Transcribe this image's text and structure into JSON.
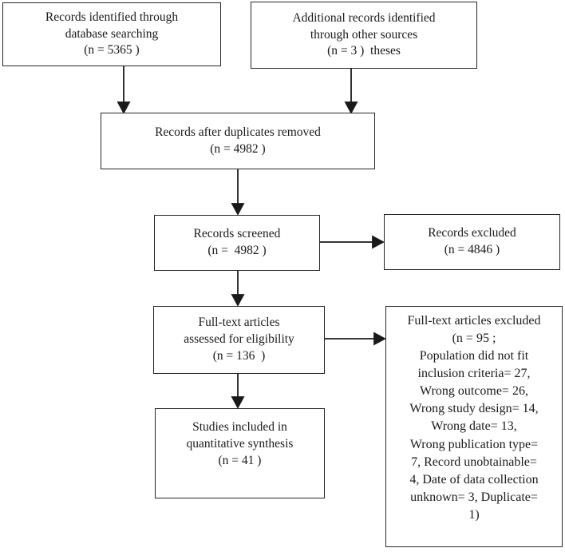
{
  "diagram": {
    "kind": "study-selection-flowchart",
    "boxes": {
      "records_identified": {
        "text": "Records identified through\ndatabase searching\n(n = 5365 )",
        "n": 5365
      },
      "additional_records": {
        "text": "Additional records identified\nthrough other sources\n(n = 3 )  theses",
        "n": 3
      },
      "duplicates_removed": {
        "text": "Records after duplicates removed\n(n = 4982 )",
        "n": 4982
      },
      "records_screened": {
        "text": "Records screened\n(n =  4982 )",
        "n": 4982
      },
      "records_excluded": {
        "text": "Records excluded\n(n = 4846 )",
        "n": 4846
      },
      "fulltext_assessed": {
        "text": "Full-text articles\nassessed for eligibility\n(n = 136  )",
        "n": 136
      },
      "fulltext_excluded": {
        "text": "Full-text articles excluded\n(n = 95 ;\nPopulation did not fit\ninclusion criteria= 27,\nWrong outcome= 26,\nWrong study design= 14,\nWrong date= 13,\nWrong publication type=\n7, Record unobtainable=\n4, Date of data collection\nunknown= 3, Duplicate=\n1)",
        "n": 95,
        "reasons": {
          "population_did_not_fit_inclusion_criteria": 27,
          "wrong_outcome": 26,
          "wrong_study_design": 14,
          "wrong_date": 13,
          "wrong_publication_type": 7,
          "record_unobtainable": 4,
          "date_of_data_collection_unknown": 3,
          "duplicate": 1
        }
      },
      "studies_included": {
        "text": "Studies included in\nquantitative synthesis\n(n = 41 )",
        "n": 41
      }
    },
    "edges": [
      {
        "from": "records_identified",
        "to": "duplicates_removed"
      },
      {
        "from": "additional_records",
        "to": "duplicates_removed"
      },
      {
        "from": "duplicates_removed",
        "to": "records_screened"
      },
      {
        "from": "records_screened",
        "to": "records_excluded"
      },
      {
        "from": "records_screened",
        "to": "fulltext_assessed"
      },
      {
        "from": "fulltext_assessed",
        "to": "fulltext_excluded"
      },
      {
        "from": "fulltext_assessed",
        "to": "studies_included"
      }
    ],
    "colors": {
      "background": "#ffffff",
      "border": "#262626",
      "text": "#1a1a1a",
      "arrow": "#1a1a1a"
    }
  }
}
